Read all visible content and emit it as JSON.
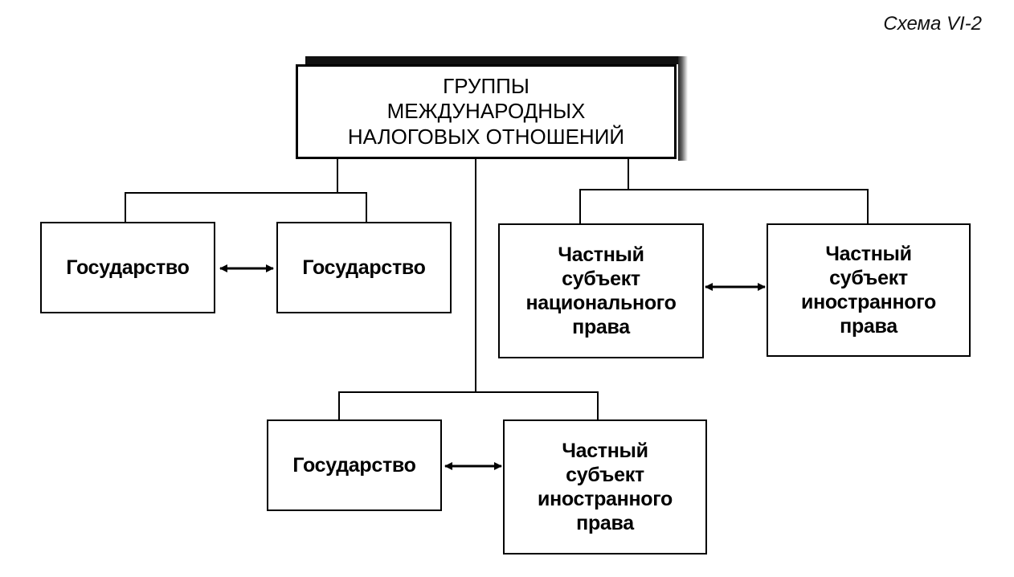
{
  "header": {
    "scheme_label": "Схема VI-2"
  },
  "root": {
    "label": "ГРУППЫ\nМЕЖДУНАРОДНЫХ\nНАЛОГОВЫХ ОТНОШЕНИЙ"
  },
  "groups": {
    "left": {
      "a": "Государство",
      "b": "Государство"
    },
    "right": {
      "a": "Частный\nсубъект\nнационального\nправа",
      "b": "Частный\nсубъект\nиностранного\nправа"
    },
    "bottom": {
      "a": "Государство",
      "b": "Частный\nсубъект\nиностранного\nправа"
    }
  }
}
